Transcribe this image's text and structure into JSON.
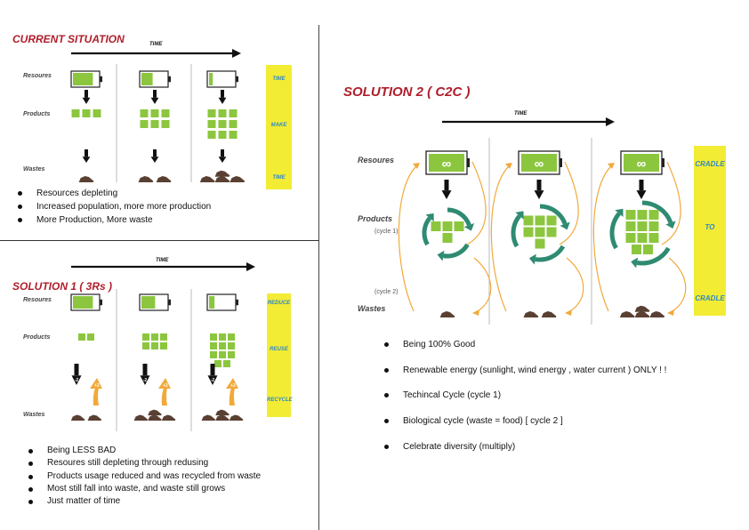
{
  "current": {
    "title": "CURRENT SITUATION",
    "time_label": "TIME",
    "row_labels": [
      "Resoures",
      "Products",
      "Wastes"
    ],
    "resource_levels": [
      0.8,
      0.45,
      0.15
    ],
    "product_counts": [
      3,
      6,
      9
    ],
    "waste_piles": [
      1,
      2,
      3
    ],
    "side_box": [
      "TIME",
      "MAKE",
      "TIME"
    ],
    "bullets": [
      "Resources depleting",
      "Increased population, more more production",
      "More Production, More waste"
    ]
  },
  "solution1": {
    "title": "SOLUTION 1 ( 3Rs )",
    "time_label": "TIME",
    "row_labels": [
      "Resoures",
      "Products",
      "Wastes"
    ],
    "resource_levels": [
      0.8,
      0.55,
      0.22
    ],
    "product_counts": [
      2,
      6,
      11
    ],
    "waste_piles": [
      2,
      3,
      3
    ],
    "down_marks": [
      "-2",
      "-2",
      "-2"
    ],
    "up_marks": [
      "+2",
      "+2",
      "+2"
    ],
    "side_box": [
      "REDUCE",
      "REUSE",
      "RECYCLE"
    ],
    "bullets": [
      "Being LESS BAD",
      "Resoures still depleting through redusing",
      "Products usage reduced and was recycled from waste",
      "Most still fall into waste, and waste still grows",
      "Just matter of time"
    ]
  },
  "solution2": {
    "title": "SOLUTION  2 ( C2C )",
    "time_label": "TIME",
    "row_labels": [
      "Resoures",
      "Products",
      "Wastes"
    ],
    "cycle1_label": "(cycle 1)",
    "cycle2_label": "(cycle 2)",
    "battery_symbol": "∞",
    "product_counts": [
      4,
      7,
      11
    ],
    "waste_piles": [
      1,
      2,
      3
    ],
    "side_box": [
      "CRADLE",
      "TO",
      "CRADLE"
    ],
    "bullets": [
      "Being 100% Good",
      "Renewable energy (sunlight, wind energy , water current ) ONLY ! !",
      "Techincal Cycle  (cycle 1)",
      "Biological cycle (waste = food) [ cycle 2 ]",
      "Celebrate diversity (multiply)"
    ]
  },
  "colors": {
    "green": "#8cc63f",
    "dark_green": "#2e8b72",
    "orange": "#f2a93b",
    "yellow": "#f2ec34",
    "title_red": "#b01e2b",
    "side_text_blue": "#2f89c7",
    "rock": "#5a4032"
  }
}
